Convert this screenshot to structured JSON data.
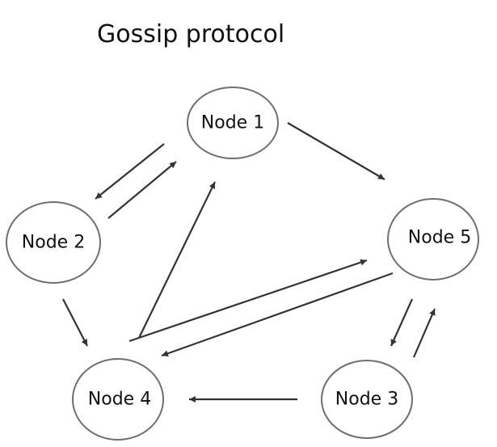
{
  "title": "Gossip protocol",
  "nodes": [
    {
      "id": "n1",
      "label": "Node 1"
    },
    {
      "id": "n2",
      "label": "Node 2"
    },
    {
      "id": "n3",
      "label": "Node 3"
    },
    {
      "id": "n4",
      "label": "Node 4"
    },
    {
      "id": "n5",
      "label": "Node 5"
    }
  ],
  "edges": [
    {
      "from": "n1",
      "to": "n2"
    },
    {
      "from": "n2",
      "to": "n1"
    },
    {
      "from": "n1",
      "to": "n5"
    },
    {
      "from": "n2",
      "to": "n4"
    },
    {
      "from": "n4",
      "to": "n1"
    },
    {
      "from": "n4",
      "to": "n5"
    },
    {
      "from": "n5",
      "to": "n4"
    },
    {
      "from": "n5",
      "to": "n3"
    },
    {
      "from": "n3",
      "to": "n5"
    },
    {
      "from": "n3",
      "to": "n4"
    }
  ],
  "colors": {
    "edge": "#333333",
    "node_stroke": "#6f6f6f"
  }
}
